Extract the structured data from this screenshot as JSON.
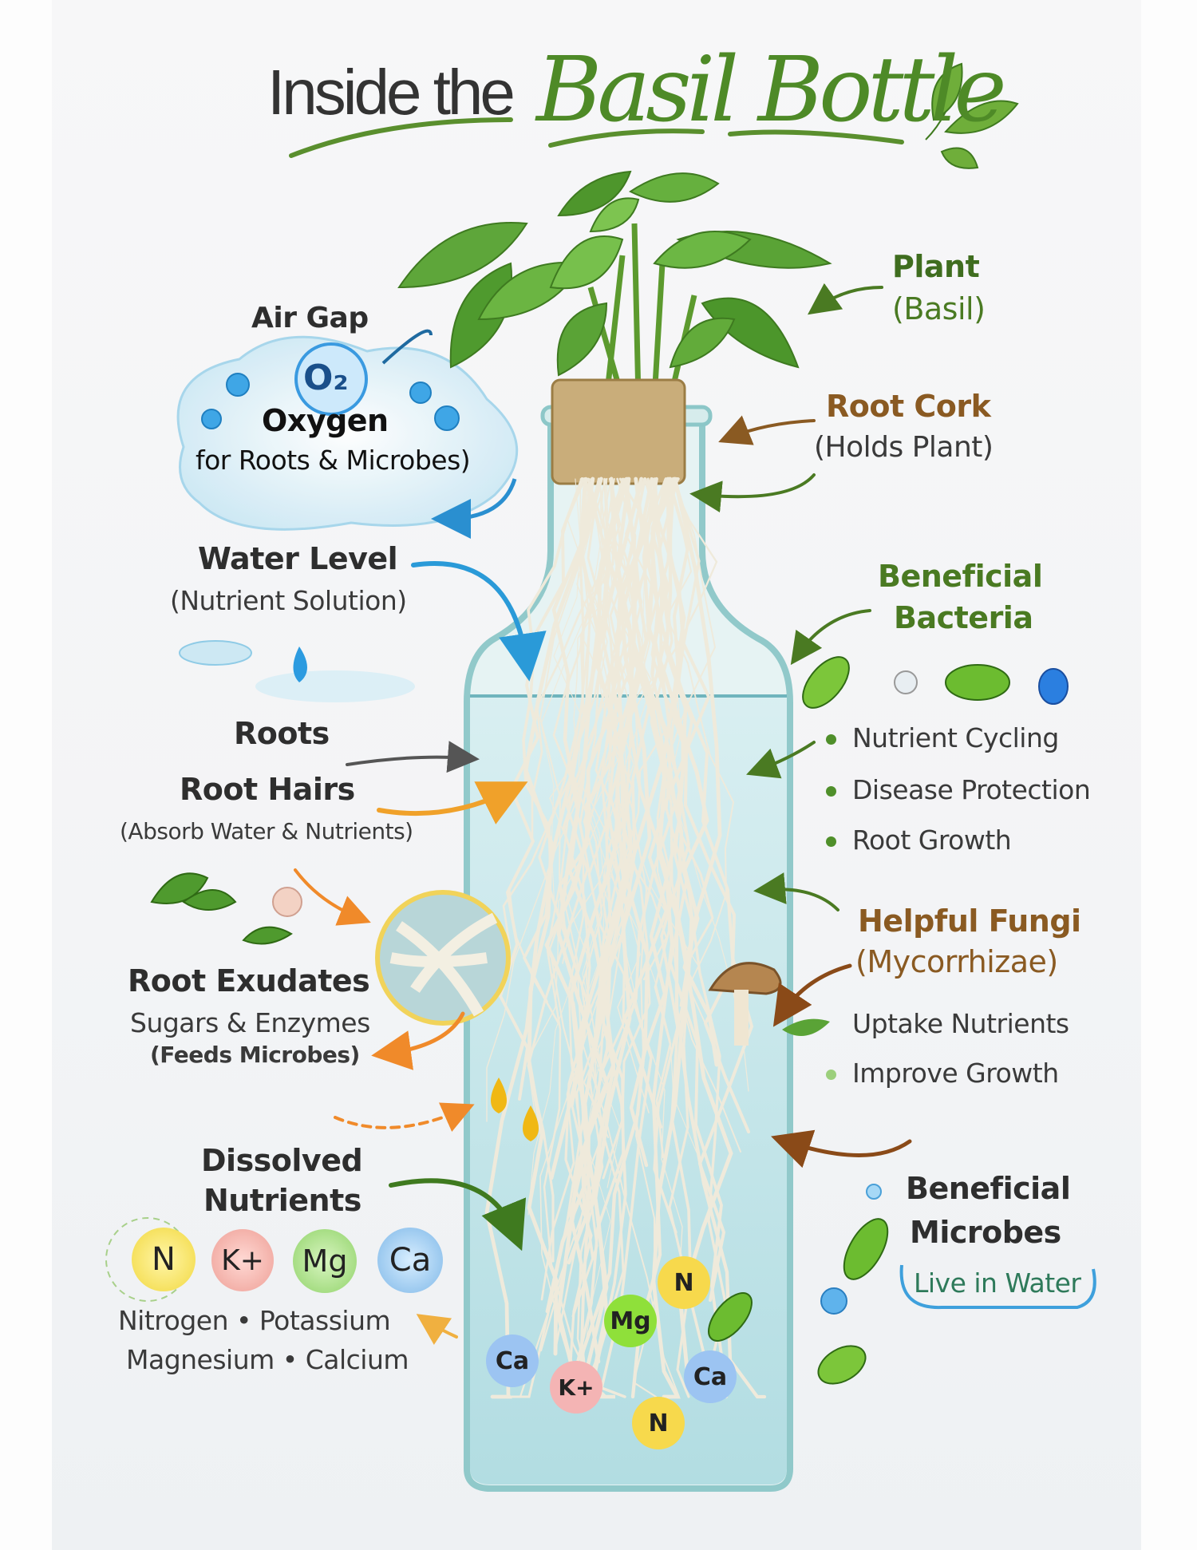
{
  "title": {
    "prefix": "Inside the",
    "script": "Basil Bottle"
  },
  "labels": {
    "plant": {
      "title": "Plant",
      "sub": "(Basil)"
    },
    "air_gap": {
      "title": "Air Gap",
      "o2": "O₂",
      "oxygen": "Oxygen",
      "sub": "for Roots & Microbes)"
    },
    "root_cork": {
      "title": "Root Cork",
      "sub": "(Holds Plant)"
    },
    "water_level": {
      "title": "Water Level",
      "sub": "(Nutrient Solution)"
    },
    "beneficial_bacteria": {
      "title_1": "Beneficial",
      "title_2": "Bacteria",
      "items": [
        "Nutrient Cycling",
        "Disease Protection",
        "Root Growth"
      ]
    },
    "roots": {
      "title": "Roots"
    },
    "root_hairs": {
      "title": "Root Hairs",
      "sub": "(Absorb Water & Nutrients)"
    },
    "helpful_fungi": {
      "title": "Helpful Fungi",
      "sub": "(Mycorrhizae)",
      "items": [
        "Uptake Nutrients",
        "Improve Growth"
      ]
    },
    "root_exudates": {
      "title": "Root Exudates",
      "sub": "Sugars & Enzymes",
      "sub2": "(Feeds Microbes)"
    },
    "dissolved_nutrients": {
      "title_1": "Dissolved",
      "title_2": "Nutrients",
      "ions": [
        "N",
        "K+",
        "Mg",
        "Ca"
      ],
      "names_1": "Nitrogen • Potassium",
      "names_2": "Magnesium • Calcium"
    },
    "beneficial_microbes": {
      "title_1": "Beneficial",
      "title_2": "Microbes",
      "sub": "Live in Water"
    }
  },
  "bottle_ions": [
    "N",
    "Mg",
    "Ca",
    "K+",
    "Ca",
    "N"
  ],
  "colors": {
    "green": "#4a7a22",
    "brown": "#8a5a22",
    "water": "#bfe3e8",
    "N": "#f7d94c",
    "K": "#f4b4b4",
    "Mg": "#8fe03a",
    "Ca": "#9cc4f2"
  }
}
